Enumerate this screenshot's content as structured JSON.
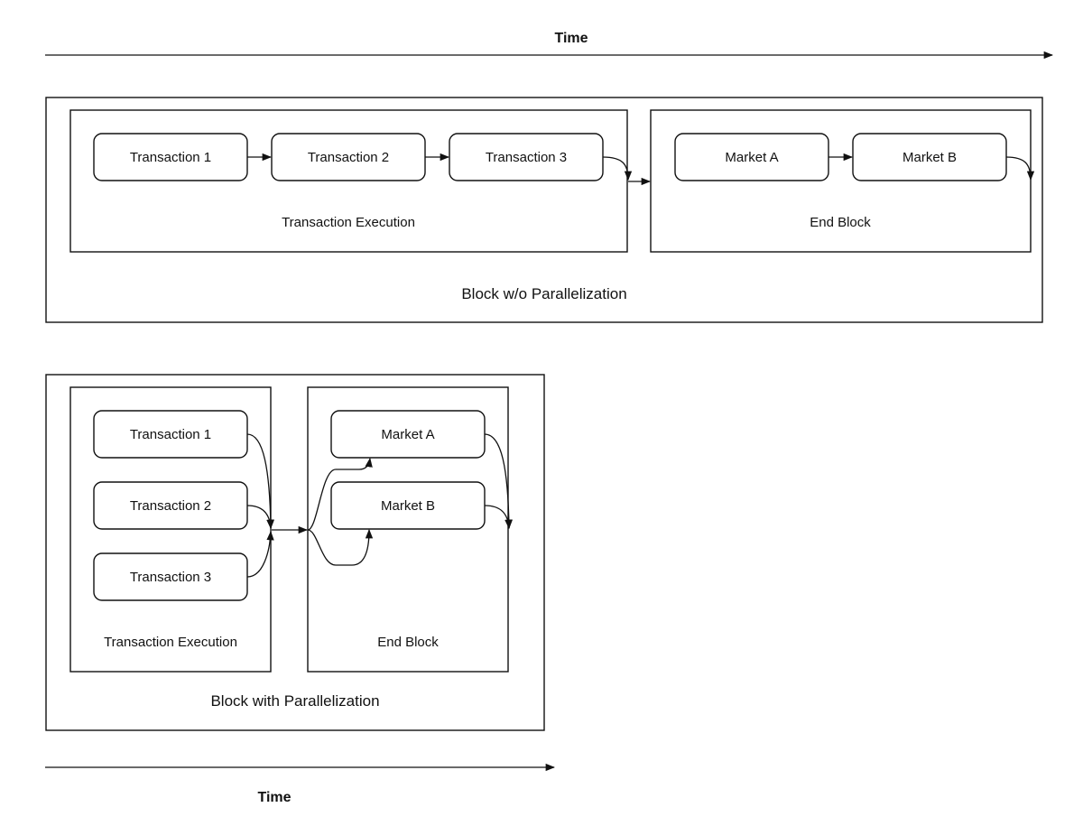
{
  "time_label_top": "Time",
  "time_label_bottom": "Time",
  "top_block": {
    "label": "Block w/o Parallelization",
    "exec_group": {
      "label": "Transaction Execution",
      "nodes": [
        "Transaction 1",
        "Transaction 2",
        "Transaction 3"
      ]
    },
    "end_group": {
      "label": "End Block",
      "nodes": [
        "Market A",
        "Market B"
      ]
    }
  },
  "bottom_block": {
    "label": "Block with Parallelization",
    "exec_group": {
      "label": "Transaction Execution",
      "nodes": [
        "Transaction 1",
        "Transaction 2",
        "Transaction 3"
      ]
    },
    "end_group": {
      "label": "End Block",
      "nodes": [
        "Market A",
        "Market B"
      ]
    }
  },
  "colors": {
    "stroke": "#111111",
    "background": "#ffffff"
  }
}
